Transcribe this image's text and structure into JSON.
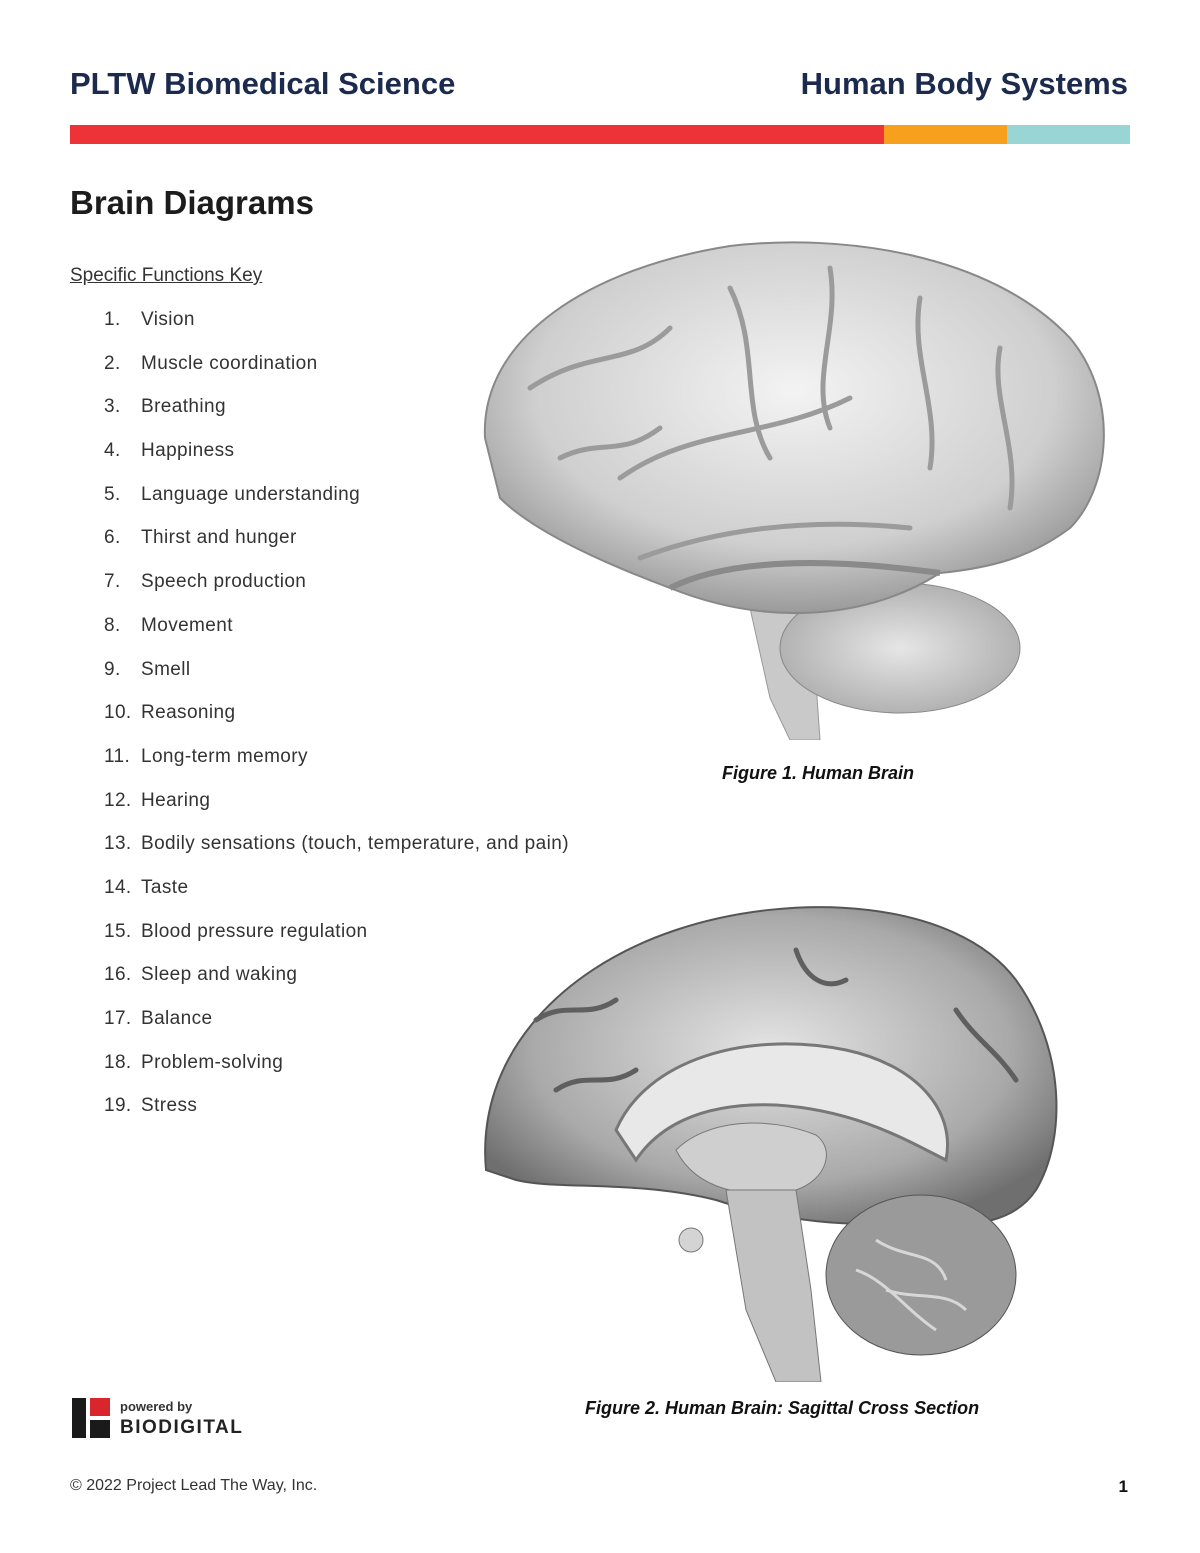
{
  "header": {
    "left": "PLTW Biomedical Science",
    "right": "Human Body Systems",
    "bar_colors": {
      "red": "#ee3338",
      "orange": "#f6a01e",
      "teal": "#98d5d4"
    }
  },
  "title": "Brain Diagrams",
  "key": {
    "heading": "Specific Functions Key",
    "items": [
      {
        "num": "1.",
        "label": "Vision"
      },
      {
        "num": "2.",
        "label": "Muscle coordination"
      },
      {
        "num": "3.",
        "label": "Breathing"
      },
      {
        "num": "4.",
        "label": "Happiness"
      },
      {
        "num": "5.",
        "label": "Language understanding"
      },
      {
        "num": "6.",
        "label": "Thirst and hunger"
      },
      {
        "num": "7.",
        "label": "Speech production"
      },
      {
        "num": "8.",
        "label": "Movement"
      },
      {
        "num": "9.",
        "label": "Smell"
      },
      {
        "num": "10.",
        "label": "Reasoning"
      },
      {
        "num": "11.",
        "label": "Long-term memory"
      },
      {
        "num": "12.",
        "label": "Hearing"
      },
      {
        "num": "13.",
        "label": "Bodily sensations (touch, temperature, and pain)"
      },
      {
        "num": "14.",
        "label": "Taste"
      },
      {
        "num": "15.",
        "label": "Blood pressure regulation"
      },
      {
        "num": "16.",
        "label": "Sleep and waking"
      },
      {
        "num": "17.",
        "label": "Balance"
      },
      {
        "num": "18.",
        "label": "Problem-solving"
      },
      {
        "num": "19.",
        "label": "Stress"
      }
    ]
  },
  "figures": {
    "fig1_caption": "Figure 1. Human Brain",
    "fig2_caption": "Figure 2. Human Brain: Sagittal Cross Section"
  },
  "footer": {
    "logo_small": "powered by",
    "logo_big": "BIODIGITAL",
    "copyright": "© 2022 Project Lead The Way, Inc.",
    "page_number": "1"
  }
}
